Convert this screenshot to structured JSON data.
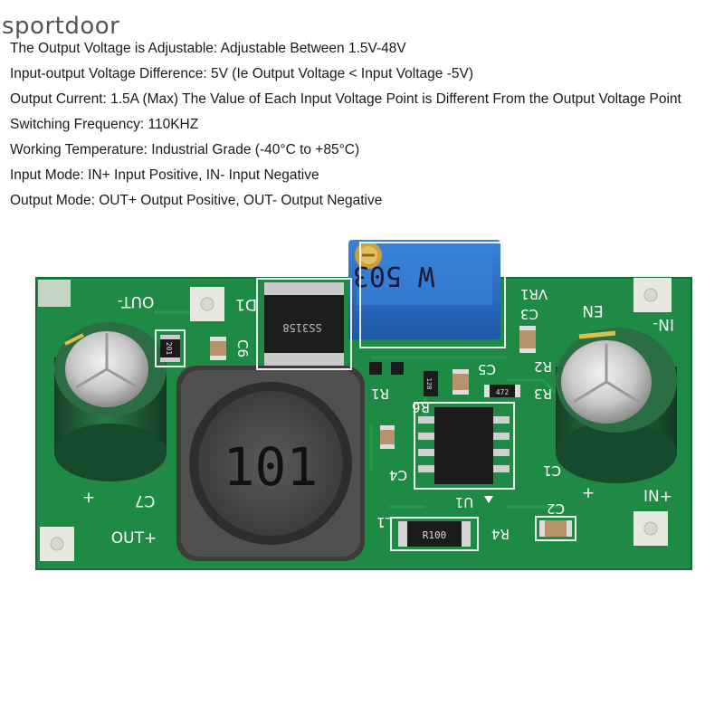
{
  "watermark": "sportdoor",
  "specs": [
    "The Output Voltage is Adjustable: Adjustable Between 1.5V-48V",
    "Input-output Voltage Difference: 5V (Ie Output Voltage < Input Voltage -5V)",
    "Output Current: 1.5A (Max) The Value of Each Input Voltage Point is Different From the Output Voltage Point",
    "Switching Frequency: 110KHZ",
    "Working Temperature: Industrial Grade (-40°C to +85°C)",
    "Input Mode: IN+ Input Positive, IN- Input Negative",
    "Output Mode: OUT+ Output Positive, OUT- Output Negative"
  ],
  "board": {
    "labels": {
      "out_minus": "OUT-",
      "out_plus": "OUT+",
      "in_plus": "IN+",
      "in_minus": "IN-",
      "en": "EN",
      "d1": "D1",
      "c6": "C6",
      "c7": "C7",
      "c1": "C1",
      "c2": "C2",
      "c3": "C3",
      "c4": "C4",
      "c5": "C5",
      "vr1": "VR1",
      "r1": "R1",
      "r2": "R2",
      "r3": "R3",
      "r4": "R4",
      "r6": "R6",
      "u1": "U1",
      "l1": "L1"
    },
    "inductor_marking": "101",
    "potentiometer_marking": "W 503",
    "diode_marking": "SS3158",
    "resistor_r100": "R100",
    "resistor_201": "201",
    "resistor_12b": "12B",
    "resistor_472": "472",
    "colors": {
      "pcb": "#1f8a46",
      "pcb_dark": "#14673a",
      "silkscreen": "#ffffff",
      "pot_blue": "#2f6fc6",
      "inductor": "#4a4a4a",
      "cap_green": "#1f5e3a"
    }
  }
}
